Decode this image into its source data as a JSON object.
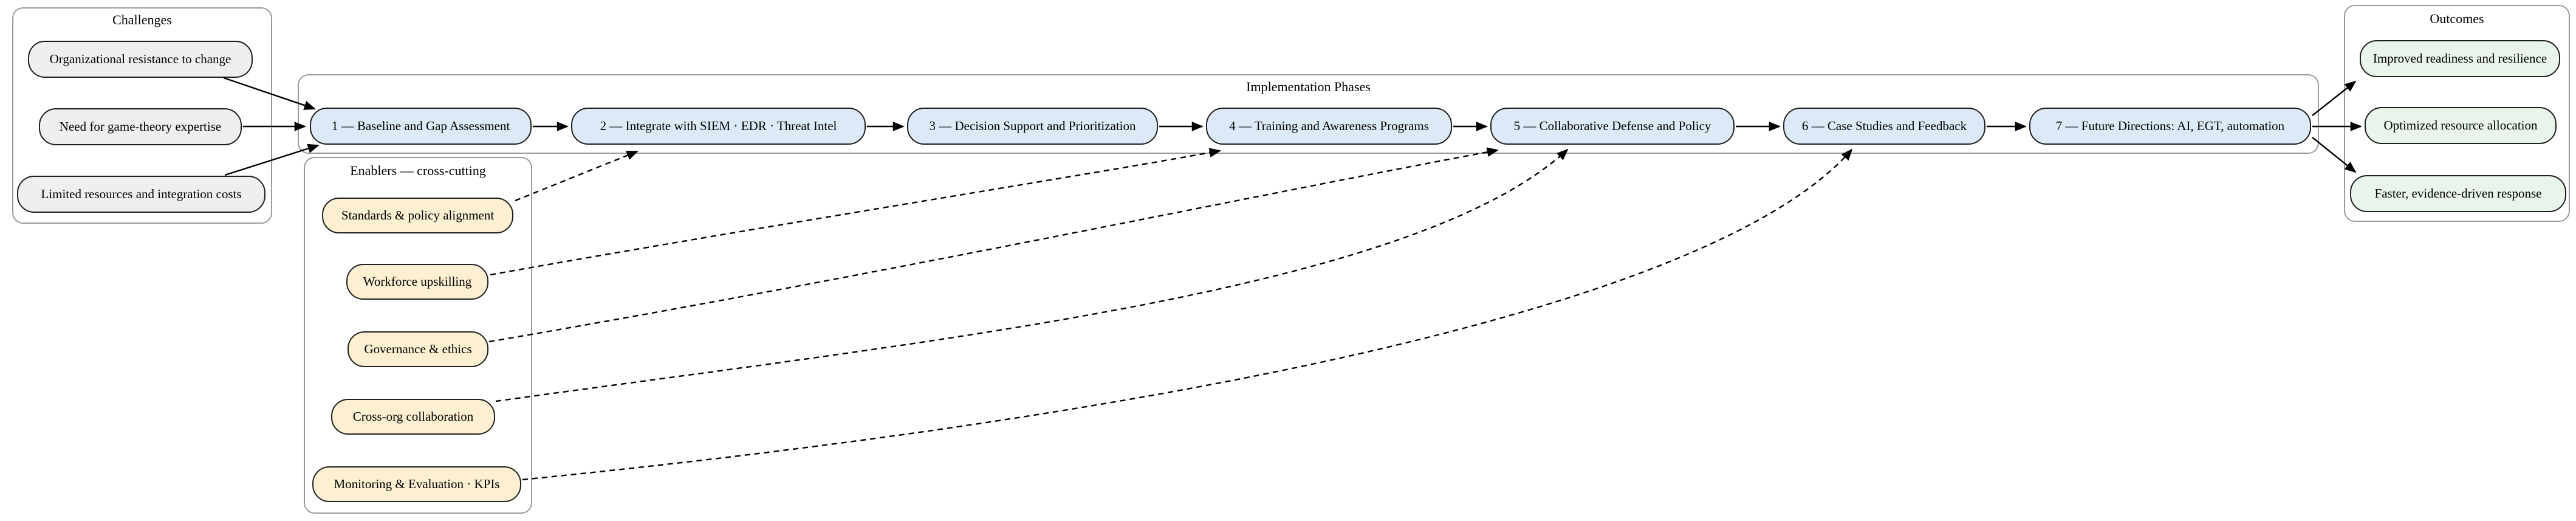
{
  "clusters": {
    "challenges": {
      "title": "Challenges",
      "items": [
        {
          "label": "Organizational resistance to change"
        },
        {
          "label": "Need for game-theory expertise"
        },
        {
          "label": "Limited resources and integration costs"
        }
      ]
    },
    "phases": {
      "title": "Implementation Phases",
      "items": [
        {
          "label": "1 — Baseline and Gap Assessment"
        },
        {
          "label": "2 — Integrate with SIEM · EDR · Threat Intel"
        },
        {
          "label": "3 — Decision Support and Prioritization"
        },
        {
          "label": "4 — Training and Awareness Programs"
        },
        {
          "label": "5 — Collaborative Defense and Policy"
        },
        {
          "label": "6 — Case Studies and Feedback"
        },
        {
          "label": "7 — Future Directions: AI, EGT, automation"
        }
      ]
    },
    "enablers": {
      "title": "Enablers — cross-cutting",
      "items": [
        {
          "label": "Standards & policy alignment"
        },
        {
          "label": "Workforce upskilling"
        },
        {
          "label": "Governance & ethics"
        },
        {
          "label": "Cross-org collaboration"
        },
        {
          "label": "Monitoring & Evaluation · KPIs"
        }
      ]
    },
    "outcomes": {
      "title": "Outcomes",
      "items": [
        {
          "label": "Improved readiness and resilience"
        },
        {
          "label": "Optimized resource allocation"
        },
        {
          "label": "Faster, evidence-driven response"
        }
      ]
    }
  },
  "edges": {
    "solid": [
      {
        "from": "Organizational resistance to change",
        "to": "1 — Baseline and Gap Assessment"
      },
      {
        "from": "Need for game-theory expertise",
        "to": "1 — Baseline and Gap Assessment"
      },
      {
        "from": "Limited resources and integration costs",
        "to": "1 — Baseline and Gap Assessment"
      },
      {
        "from": "1 — Baseline and Gap Assessment",
        "to": "2 — Integrate with SIEM · EDR · Threat Intel"
      },
      {
        "from": "2 — Integrate with SIEM · EDR · Threat Intel",
        "to": "3 — Decision Support and Prioritization"
      },
      {
        "from": "3 — Decision Support and Prioritization",
        "to": "4 — Training and Awareness Programs"
      },
      {
        "from": "4 — Training and Awareness Programs",
        "to": "5 — Collaborative Defense and Policy"
      },
      {
        "from": "5 — Collaborative Defense and Policy",
        "to": "6 — Case Studies and Feedback"
      },
      {
        "from": "6 — Case Studies and Feedback",
        "to": "7 — Future Directions: AI, EGT, automation"
      },
      {
        "from": "7 — Future Directions: AI, EGT, automation",
        "to": "Improved readiness and resilience"
      },
      {
        "from": "7 — Future Directions: AI, EGT, automation",
        "to": "Optimized resource allocation"
      },
      {
        "from": "7 — Future Directions: AI, EGT, automation",
        "to": "Faster, evidence-driven response"
      }
    ],
    "dashed": [
      {
        "from": "Standards & policy alignment",
        "to": "2 — Integrate with SIEM · EDR · Threat Intel"
      },
      {
        "from": "Workforce upskilling",
        "to": "4 — Training and Awareness Programs"
      },
      {
        "from": "Governance & ethics",
        "to": "5 — Collaborative Defense and Policy"
      },
      {
        "from": "Cross-org collaboration",
        "to": "5 — Collaborative Defense and Policy"
      },
      {
        "from": "Monitoring & Evaluation · KPIs",
        "to": "6 — Case Studies and Feedback"
      }
    ]
  },
  "colors": {
    "challenge_fill": "#efefef",
    "phase_fill": "#dce9f6",
    "enabler_fill": "#fdf0d2",
    "outcome_fill": "#e9f5ea",
    "cluster_border": "#9b9b9b",
    "node_border": "#1f1f1f",
    "edge_color": "#000000",
    "background": "#ffffff"
  }
}
